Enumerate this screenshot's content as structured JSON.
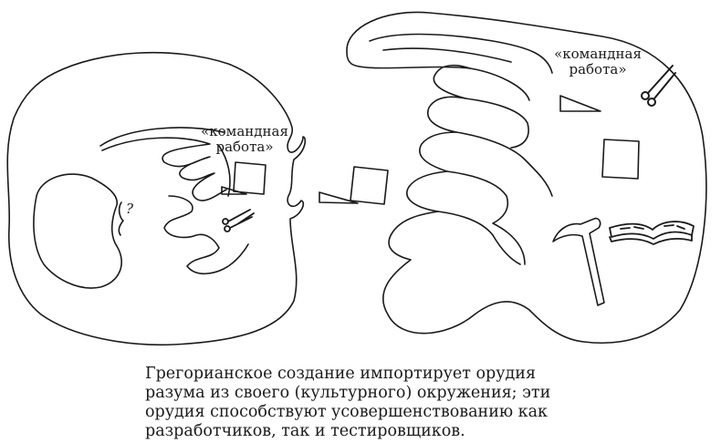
{
  "figure": {
    "left_blob": {
      "label_line1": "«командная",
      "label_line2": "работа»",
      "question_mark": "?",
      "tools": [
        "square-icon",
        "triangle-ruler-icon",
        "scissors-icon"
      ]
    },
    "between": {
      "tools": [
        "square-icon",
        "triangle-ruler-icon"
      ]
    },
    "right_blob": {
      "label_line1": "«командная",
      "label_line2": "работа»",
      "tools": [
        "scissors-icon",
        "triangle-ruler-icon",
        "square-icon",
        "hammer-icon",
        "book-icon"
      ]
    },
    "colors": {
      "ink": "#1a1a1a",
      "background": "#ffffff"
    }
  },
  "caption": {
    "lines": [
      "Грегорианское создание импортирует орудия",
      "разума из своего (культурного) окружения; эти",
      "орудия способствуют усовершенствованию как",
      "разработчиков, так и тестировщиков."
    ]
  }
}
